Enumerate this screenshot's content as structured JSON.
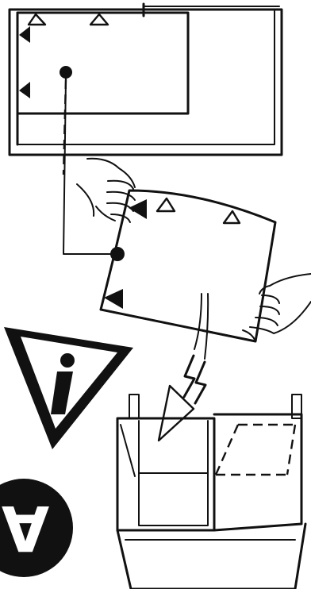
{
  "diagram": {
    "steps": [
      {
        "id": "tray-in-frame",
        "description_visible": false
      },
      {
        "id": "sheet-removed",
        "description_visible": false
      },
      {
        "id": "sheet-into-bin",
        "description_visible": false
      }
    ],
    "badge_letter": "A",
    "icons": [
      "information-warning-icon",
      "badge-a-icon"
    ],
    "colors": {
      "ink": "#111111",
      "paper": "#ffffff"
    }
  }
}
